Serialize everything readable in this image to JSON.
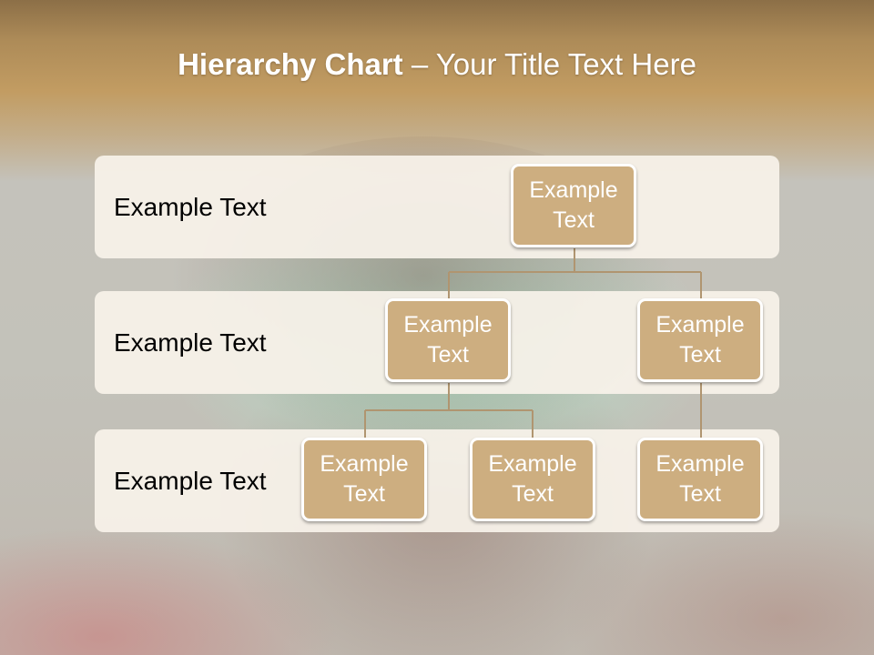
{
  "title": {
    "bold": "Hierarchy Chart",
    "rest": " – Your Title Text Here"
  },
  "rows": [
    {
      "label": "Example Text"
    },
    {
      "label": "Example Text"
    },
    {
      "label": "Example Text"
    }
  ],
  "nodes": [
    {
      "text": "Example Text"
    },
    {
      "text": "Example Text"
    },
    {
      "text": "Example Text"
    },
    {
      "text": "Example Text"
    },
    {
      "text": "Example Text"
    },
    {
      "text": "Example Text"
    }
  ],
  "colors": {
    "node_fill": "#cdae80",
    "band": "#f8f2e9",
    "connector": "#b09570",
    "title_band": "#c29c62"
  }
}
